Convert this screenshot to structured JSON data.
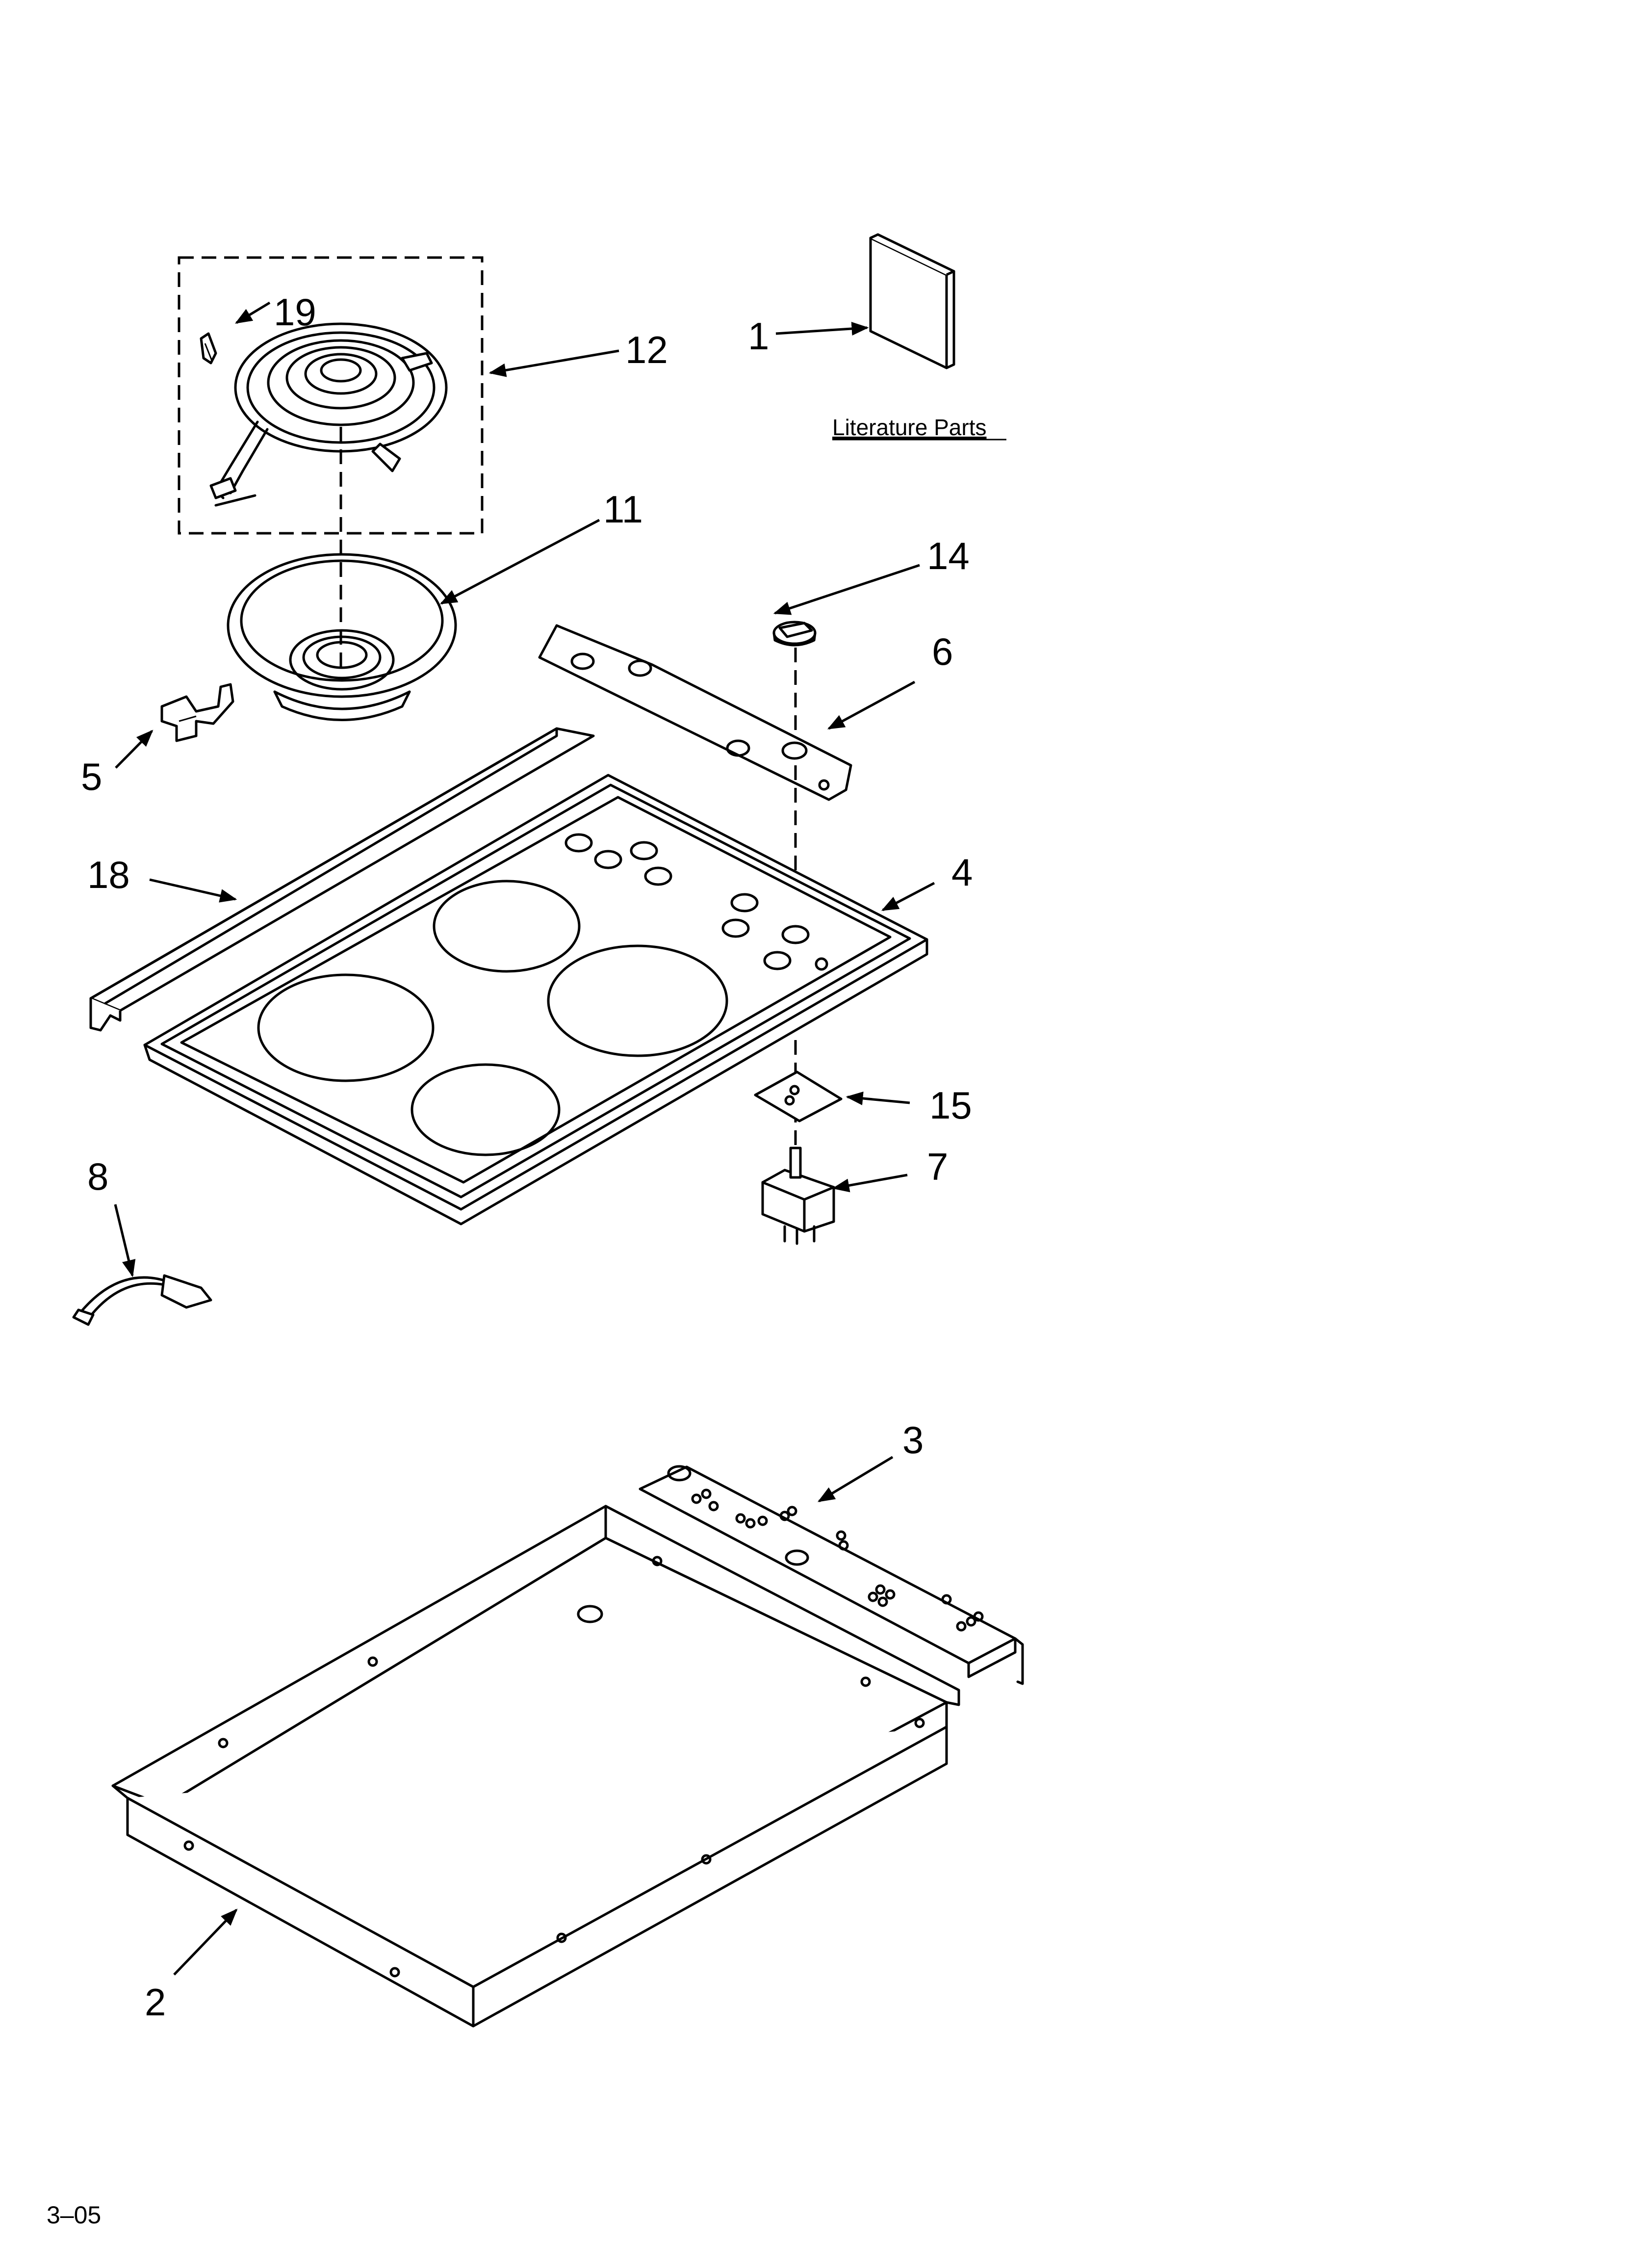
{
  "callouts": {
    "p1": "1",
    "p2": "2",
    "p3": "3",
    "p4": "4",
    "p5": "5",
    "p6": "6",
    "p7": "7",
    "p8": "8",
    "p11": "11",
    "p12": "12",
    "p14": "14",
    "p15": "15",
    "p18": "18",
    "p19": "19"
  },
  "literature_label": "Literature Parts",
  "footer_code": "3–05"
}
